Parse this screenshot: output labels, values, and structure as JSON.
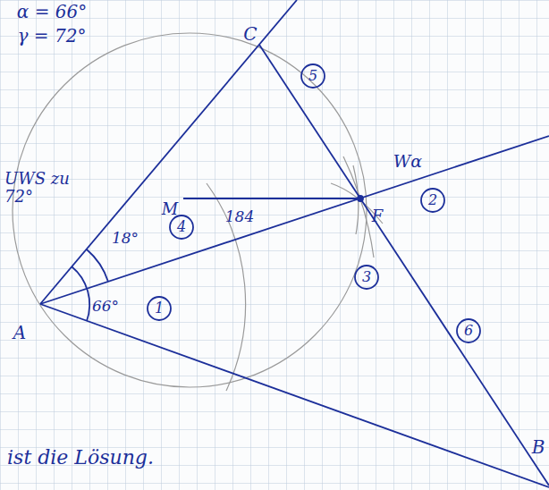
{
  "diagram": {
    "labels": [
      "α = 66°",
      "γ = 72°",
      "C",
      "5",
      "UWS zu 72°",
      "M",
      "4",
      "18°",
      "184",
      "Wα",
      "2",
      "F",
      "3",
      "66°",
      "1",
      "A",
      "6",
      "B",
      "ist die Lösung."
    ]
  }
}
